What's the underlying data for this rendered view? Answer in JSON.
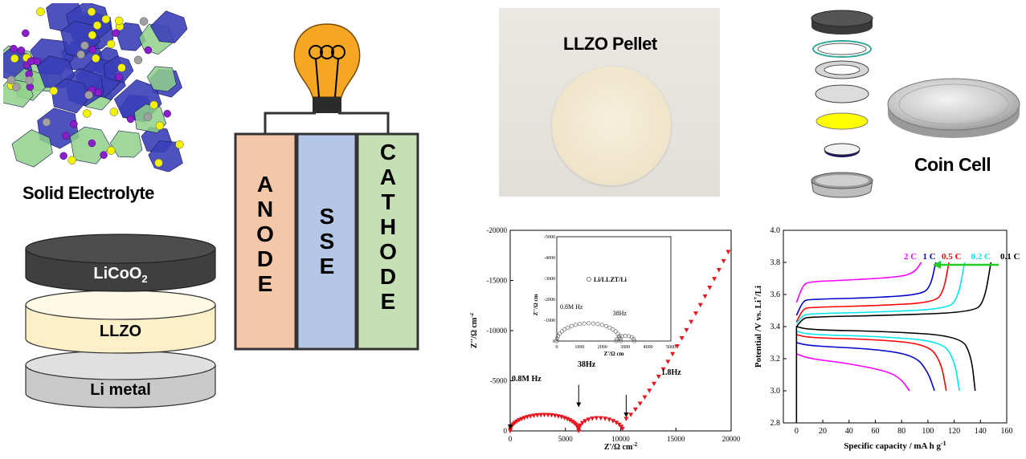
{
  "crystal": {
    "caption": "Solid Electrolyte"
  },
  "stack": {
    "layers": [
      {
        "label": "LiCoO",
        "sub": "2",
        "color": "#3f3f3f",
        "text_color": "#ffffff"
      },
      {
        "label": "LLZO",
        "color": "#fdf0c8",
        "text_color": "#000000"
      },
      {
        "label": "Li metal",
        "color": "#d0d0d0",
        "text_color": "#000000"
      }
    ]
  },
  "battery": {
    "anode_letters": [
      "A",
      "N",
      "O",
      "D",
      "E"
    ],
    "sse_letters": [
      "S",
      "S",
      "E"
    ],
    "cathode_letters": [
      "C",
      "A",
      "T",
      "H",
      "O",
      "D",
      "E"
    ],
    "colors": {
      "anode": "#f4c7a8",
      "sse": "#b4c7e7",
      "cathode": "#c5e0b4",
      "bulb": "#f5a623"
    }
  },
  "pellet": {
    "caption": "LLZO Pellet"
  },
  "coin": {
    "caption": "Coin Cell",
    "parts": [
      "cap",
      "gasket",
      "ring",
      "disc",
      "electrolyte",
      "electrode",
      "case"
    ],
    "colors": {
      "electrolyte": "#ffff00",
      "electrode_edge": "#1b1464"
    }
  },
  "eis": {
    "x_label": "Z'/Ω cm",
    "x_label_sup": "-2",
    "y_label": "Z''/Ω cm",
    "y_label_sup": "-2",
    "x_ticks": [
      "0",
      "5000",
      "10000",
      "15000",
      "20000"
    ],
    "y_ticks": [
      "0",
      "-5000",
      "-10000",
      "-15000",
      "-20000"
    ],
    "annotations": [
      "0.8M Hz",
      "38Hz",
      "1.8Hz"
    ],
    "inset": {
      "legend": "Li/LLZT/Li",
      "x_ticks": [
        "0",
        "1000",
        "2000",
        "3000",
        "4000",
        "5000"
      ],
      "y_ticks": [
        "0",
        "-1000",
        "-2000",
        "-3000",
        "-4000",
        "-5000"
      ],
      "x_label": "Z'/Ω cm",
      "y_label": "Z''/Ω cm",
      "annotations": [
        "0.8M Hz",
        "38Hz"
      ]
    }
  },
  "chart_data": {
    "type": "line",
    "xlabel": "Specific capacity / mA h g",
    "xlabel_sup": "-1",
    "ylabel": "Potential /V vs. Li",
    "ylabel_sup": "+",
    "ylabel_tail": "/Li",
    "xlim": [
      -10,
      160
    ],
    "ylim": [
      2.8,
      4.0
    ],
    "x_ticks": [
      "0",
      "20",
      "40",
      "60",
      "80",
      "100",
      "120",
      "140",
      "160"
    ],
    "y_ticks": [
      "2.8",
      "3.0",
      "3.2",
      "3.4",
      "3.6",
      "3.8",
      "4.0"
    ],
    "rate_labels": [
      {
        "text": "2 C",
        "color": "#ff00ff"
      },
      {
        "text": "1 C",
        "color": "#0000cc"
      },
      {
        "text": "0.5 C",
        "color": "#ff0000"
      },
      {
        "text": "0.2 C",
        "color": "#00e5ee"
      },
      {
        "text": "0.1 C",
        "color": "#000000"
      }
    ],
    "arrow_color": "#22cc22",
    "series": [
      {
        "name": "2 C",
        "color": "#ff00ff",
        "charge": [
          [
            0,
            3.55
          ],
          [
            5,
            3.66
          ],
          [
            10,
            3.68
          ],
          [
            40,
            3.69
          ],
          [
            80,
            3.71
          ],
          [
            90,
            3.74
          ],
          [
            95,
            3.8
          ]
        ],
        "discharge": [
          [
            0,
            3.23
          ],
          [
            10,
            3.2
          ],
          [
            40,
            3.17
          ],
          [
            70,
            3.12
          ],
          [
            80,
            3.07
          ],
          [
            86,
            3.0
          ]
        ]
      },
      {
        "name": "1 C",
        "color": "#0000cc",
        "charge": [
          [
            0,
            3.47
          ],
          [
            5,
            3.56
          ],
          [
            10,
            3.57
          ],
          [
            60,
            3.58
          ],
          [
            95,
            3.6
          ],
          [
            102,
            3.65
          ],
          [
            106,
            3.8
          ]
        ],
        "discharge": [
          [
            0,
            3.3
          ],
          [
            10,
            3.28
          ],
          [
            60,
            3.26
          ],
          [
            90,
            3.22
          ],
          [
            100,
            3.12
          ],
          [
            105,
            3.0
          ]
        ]
      },
      {
        "name": "0.5 C",
        "color": "#ff0000",
        "charge": [
          [
            0,
            3.43
          ],
          [
            5,
            3.51
          ],
          [
            10,
            3.52
          ],
          [
            60,
            3.53
          ],
          [
            105,
            3.55
          ],
          [
            112,
            3.62
          ],
          [
            116,
            3.8
          ]
        ],
        "discharge": [
          [
            0,
            3.35
          ],
          [
            10,
            3.33
          ],
          [
            60,
            3.32
          ],
          [
            100,
            3.29
          ],
          [
            110,
            3.18
          ],
          [
            114,
            3.0
          ]
        ]
      },
      {
        "name": "0.2 C",
        "color": "#00e5ee",
        "charge": [
          [
            0,
            3.42
          ],
          [
            5,
            3.47
          ],
          [
            10,
            3.48
          ],
          [
            60,
            3.49
          ],
          [
            115,
            3.51
          ],
          [
            123,
            3.58
          ],
          [
            128,
            3.8
          ]
        ],
        "discharge": [
          [
            0,
            3.37
          ],
          [
            10,
            3.35
          ],
          [
            60,
            3.34
          ],
          [
            110,
            3.31
          ],
          [
            120,
            3.2
          ],
          [
            124,
            3.0
          ]
        ]
      },
      {
        "name": "0.1 C",
        "color": "#000000",
        "charge": [
          [
            0,
            3.4
          ],
          [
            5,
            3.45
          ],
          [
            10,
            3.46
          ],
          [
            70,
            3.47
          ],
          [
            135,
            3.49
          ],
          [
            143,
            3.56
          ],
          [
            148,
            3.8
          ]
        ],
        "discharge": [
          [
            0,
            3.4
          ],
          [
            10,
            3.38
          ],
          [
            70,
            3.37
          ],
          [
            125,
            3.34
          ],
          [
            133,
            3.22
          ],
          [
            136,
            3.0
          ]
        ]
      }
    ]
  }
}
